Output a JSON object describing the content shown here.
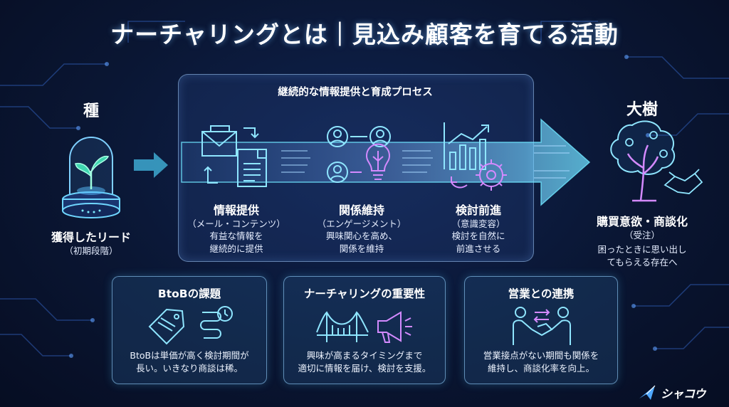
{
  "title": "ナーチャリングとは｜見込み顧客を育てる活動",
  "process_panel": {
    "title": "継続的な情報提供と育成プロセス"
  },
  "seed": {
    "title": "種",
    "label": "獲得したリード",
    "sub": "（初期段階）"
  },
  "tree": {
    "title": "大樹",
    "label": "購買意欲・商談化",
    "sub": "（受注）",
    "desc_lines": [
      "困ったときに思い出し",
      "てもらえる存在へ"
    ]
  },
  "steps": [
    {
      "label": "情報提供",
      "sub": "（メール・コンテンツ）",
      "desc_lines": [
        "有益な情報を",
        "継続的に提供"
      ]
    },
    {
      "label": "関係維持",
      "sub": "（エンゲージメント）",
      "desc_lines": [
        "興味関心を高め、",
        "関係を維持"
      ]
    },
    {
      "label": "検討前進",
      "sub": "（意識変容）",
      "desc_lines": [
        "検討を自然に",
        "前進させる"
      ]
    }
  ],
  "cards": [
    {
      "title": "BtoBの課題",
      "text_lines": [
        "BtoBは単価が高く検討期間が",
        "長い。いきなり商談は稀。"
      ]
    },
    {
      "title": "ナーチャリングの重要性",
      "text_lines": [
        "興味が高まるタイミングまで",
        "適切に情報を届け、検討を支援。"
      ]
    },
    {
      "title": "営業との連携",
      "text_lines": [
        "営業接点がない期間も関係を",
        "維持し、商談化率を向上。"
      ]
    }
  ],
  "logo": {
    "text": "シャコウ"
  },
  "colors": {
    "cyan": "#39d5ff",
    "magenta": "#c86cff",
    "background": "#0a1633"
  }
}
